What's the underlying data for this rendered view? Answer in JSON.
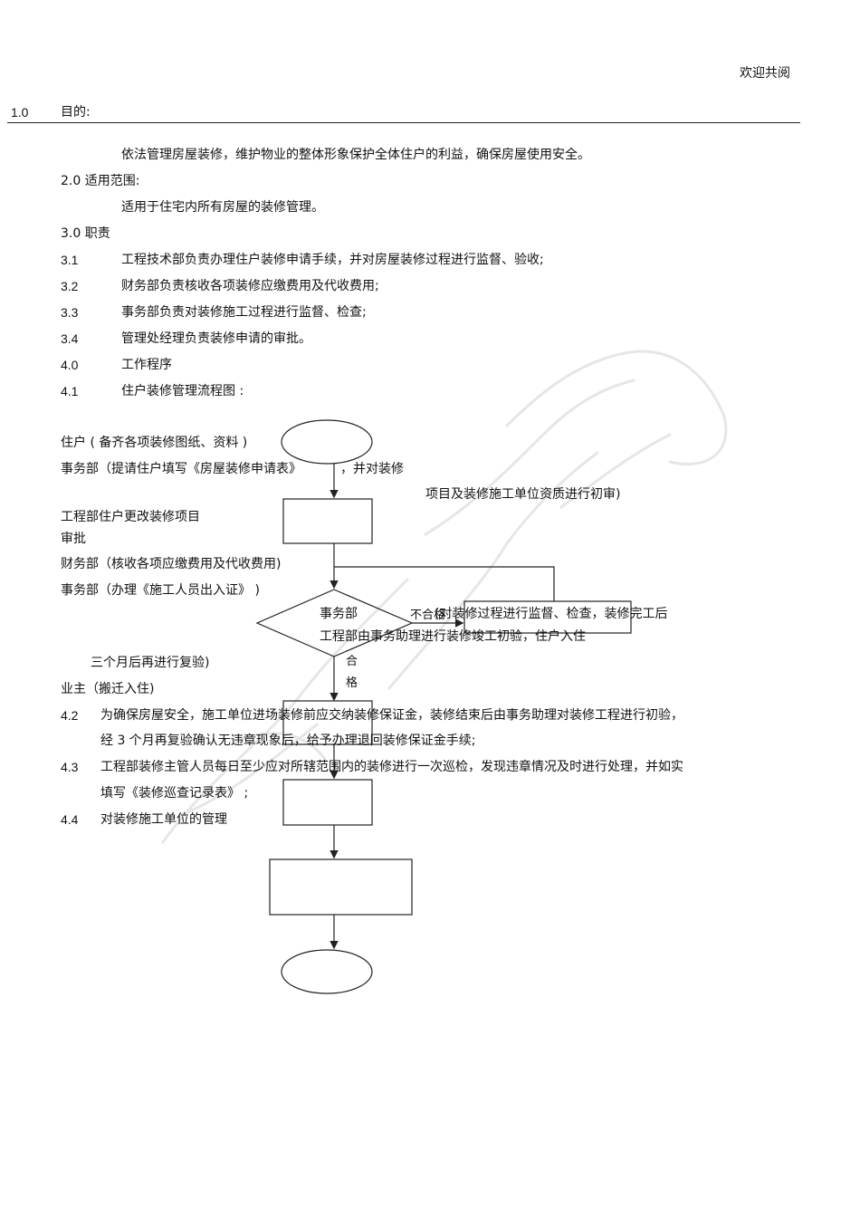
{
  "header": {
    "top_right": "欢迎共阅"
  },
  "sections": {
    "s1": {
      "num": "1.0",
      "title": "目的:",
      "body": "依法管理房屋装修，维护物业的整体形象保护全体住户的利益，确保房屋使用安全。"
    },
    "s2": {
      "title": "2.0  适用范围:",
      "body": "适用于住宅内所有房屋的装修管理。"
    },
    "s3": {
      "title": "3.0  职责",
      "items": [
        {
          "num": "3.1",
          "text": "工程技术部负责办理住户装修申请手续，并对房屋装修过程进行监督、验收;"
        },
        {
          "num": "3.2",
          "text": "财务部负责核收各项装修应缴费用及代收费用;"
        },
        {
          "num": "3.3",
          "text": "事务部负责对装修施工过程进行监督、检查;"
        },
        {
          "num": "3.4",
          "text": "管理处经理负责装修申请的审批。"
        }
      ]
    },
    "s4": {
      "num": "4.0",
      "title": "工作程序",
      "sub_num": "4.1",
      "sub_title": "住户装修管理流程图    :"
    }
  },
  "flow_text": {
    "l1": "住户 ( 备齐各项装修图纸、资料      )",
    "l2a": "事务部（提请住户填写《房屋装修申请表》",
    "l2b": "，并对装修",
    "l3": "项目及装修施工单位资质进行初审)",
    "l4": "工程部住户更改装修项目",
    "l5": "审批",
    "l6": "财务部（核收各项应缴费用及代收费用)",
    "l7": "事务部（办理《施工人员出入证》      )",
    "l8": "事务部",
    "l9": "不合格",
    "l10": "(对装修过程进行监督、检查，装修完工后",
    "l11": "工程部由事务助理进行装修竣工初验，住户入住",
    "l12a": "合",
    "l12b": "格",
    "l13": "三个月后再进行复验)",
    "l14": "业主（搬迁入住)"
  },
  "more": {
    "p42_num": "4.2",
    "p42_a": "为确保房屋安全，施工单位进场装修前应交纳装修保证金，装修结束后由事务助理对装修工程进行初验，",
    "p42_b": "经  3 个月再复验确认无违章现象后，给予办理退回装修保证金手续;",
    "p43_num": "4.3",
    "p43_a": "工程部装修主管人员每日至少应对所辖范围内的装修进行一次巡检，发现违章情况及时进行处理，并如实",
    "p43_b": "填写《装修巡查记录表》     ;",
    "p44_num": "4.4",
    "p44_a": "对装修施工单位的管理"
  }
}
